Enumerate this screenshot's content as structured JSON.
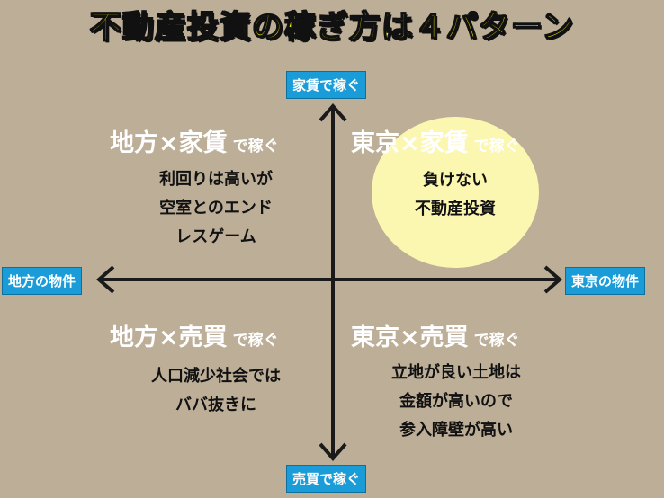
{
  "title": "不動産投資の稼ぎ方は４パターン",
  "axis": {
    "top": "家賃で稼ぐ",
    "bottom": "売買で稼ぐ",
    "left": "地方の物件",
    "right": "東京の物件"
  },
  "quadrants": {
    "top_left": {
      "title_big": "地方×家賃",
      "title_small": "で稼ぐ",
      "lines": [
        "利回りは高いが",
        "空室とのエンド",
        "レスゲーム"
      ]
    },
    "top_right": {
      "title_big": "東京×家賃",
      "title_small": "で稼ぐ",
      "lines": [
        "負けない",
        "不動産投資"
      ]
    },
    "bottom_left": {
      "title_big": "地方×売買",
      "title_small": "で稼ぐ",
      "lines": [
        "人口減少社会では",
        "ババ抜きに"
      ]
    },
    "bottom_right": {
      "title_big": "東京×売買",
      "title_small": "で稼ぐ",
      "lines": [
        "立地が良い土地は",
        "金額が高いので",
        "参入障壁が高い"
      ]
    }
  },
  "colors": {
    "background": "#bdae98",
    "title_fill": "#fff200",
    "axis_label_bg": "#1a9cd8",
    "highlight_circle": "#fcf7b0",
    "arrow": "#1a1a1a"
  }
}
